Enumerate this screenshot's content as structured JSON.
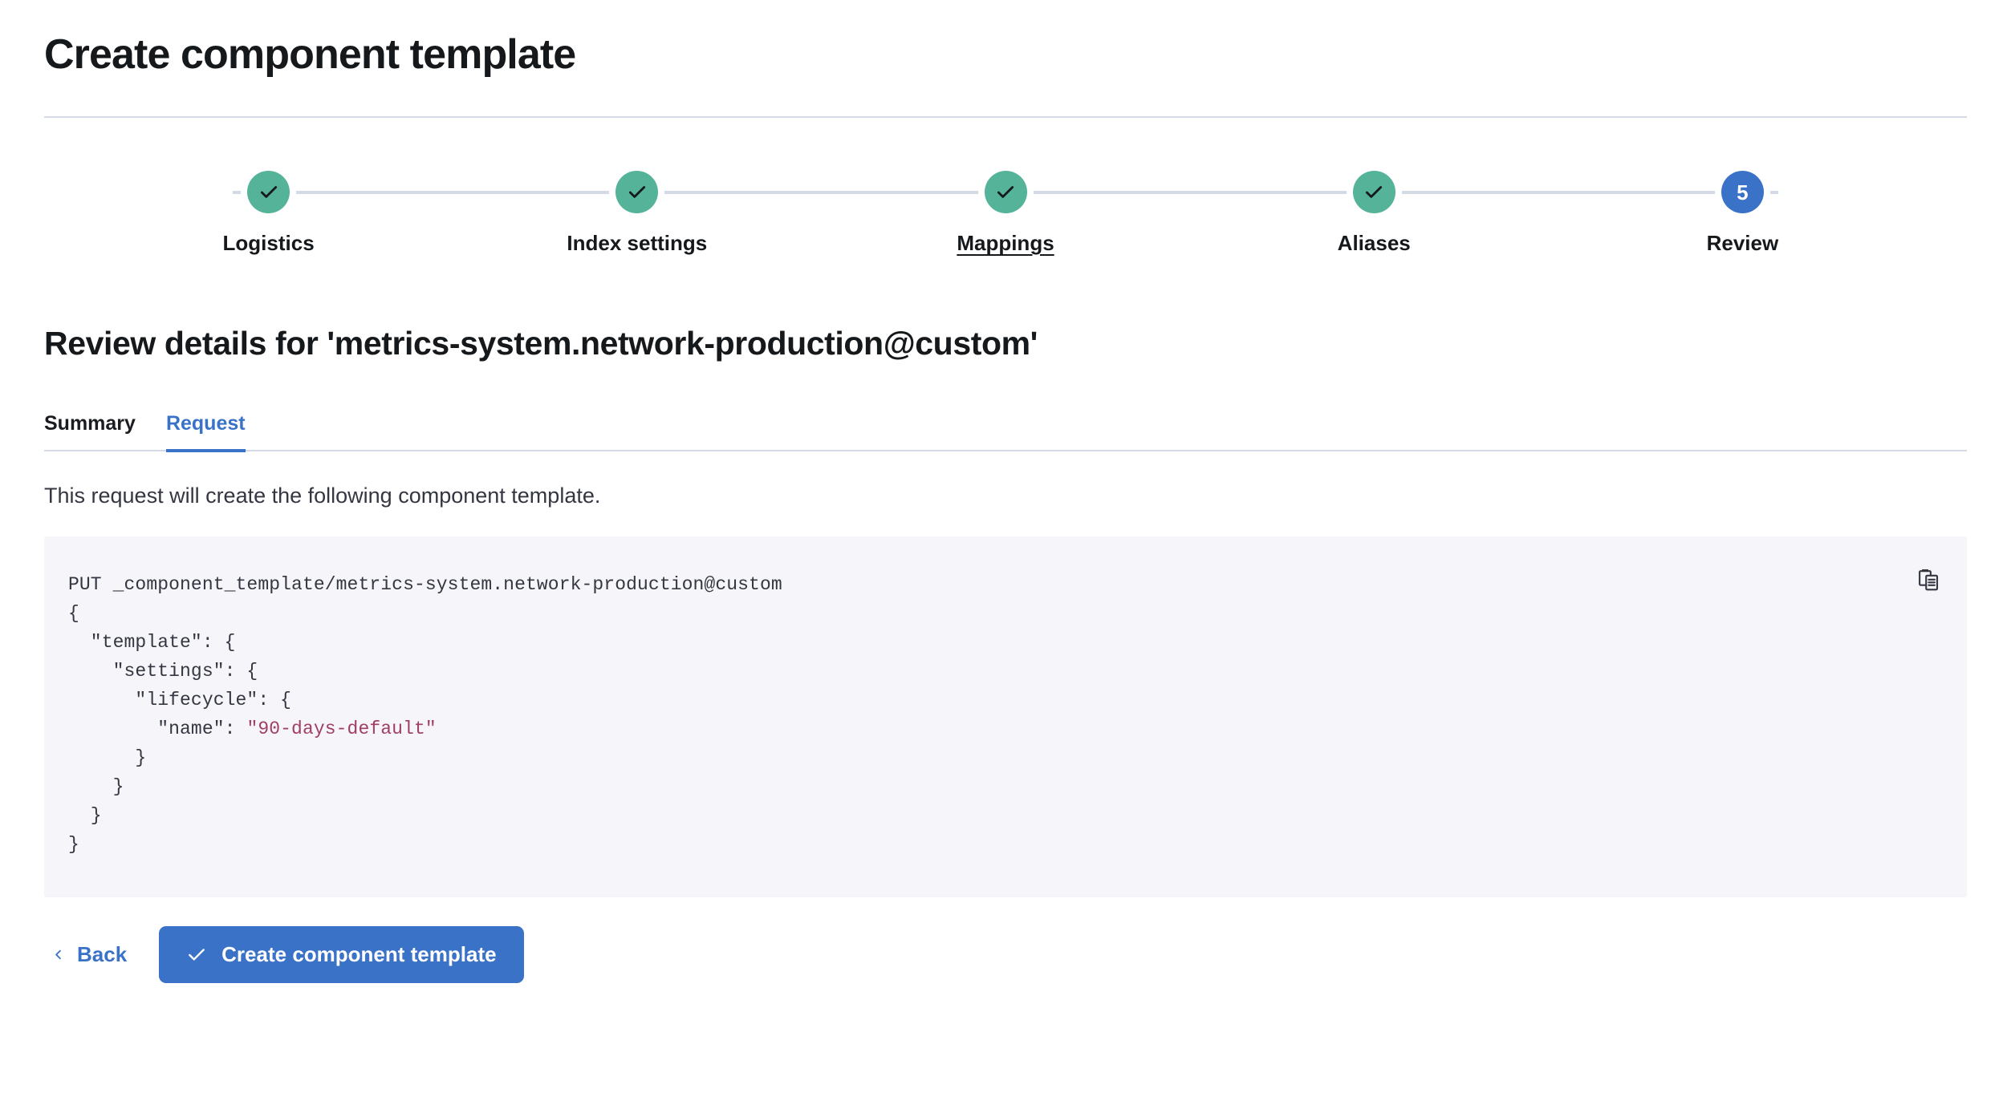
{
  "header": {
    "title": "Create component template"
  },
  "stepper": {
    "steps": [
      {
        "label": "Logistics",
        "state": "complete",
        "number": "1",
        "icon": "check-icon",
        "hovered": false
      },
      {
        "label": "Index settings",
        "state": "complete",
        "number": "2",
        "icon": "check-icon",
        "hovered": false
      },
      {
        "label": "Mappings",
        "state": "complete",
        "number": "3",
        "icon": "check-icon",
        "hovered": true
      },
      {
        "label": "Aliases",
        "state": "complete",
        "number": "4",
        "icon": "check-icon",
        "hovered": false
      },
      {
        "label": "Review",
        "state": "current",
        "number": "5",
        "icon": "",
        "hovered": false
      }
    ],
    "complete_color": "#54B399",
    "current_color": "#3A72C8",
    "line_color": "#D3DAE6"
  },
  "review": {
    "heading": "Review details for 'metrics-system.network-production@custom'",
    "tabs": [
      {
        "label": "Summary",
        "active": false
      },
      {
        "label": "Request",
        "active": true
      }
    ],
    "description": "This request will create the following component template.",
    "code": {
      "method_line": "PUT _component_template/metrics-system.network-production@custom",
      "lines": [
        "{",
        "  \"template\": {",
        "    \"settings\": {",
        "      \"lifecycle\": {",
        "        \"name\": ",
        "      }",
        "    }",
        "  }",
        "}"
      ],
      "lifecycle_name_value": "\"90-days-default\"",
      "string_color": "#A13E63",
      "background": "#F5F5FA",
      "copy_icon": "copy-icon",
      "copy_label": "Copy to clipboard"
    }
  },
  "footer": {
    "back_label": "Back",
    "back_icon": "chevron-left-icon",
    "submit_label": "Create component template",
    "submit_icon": "check-icon",
    "submit_color": "#3A72C8"
  }
}
